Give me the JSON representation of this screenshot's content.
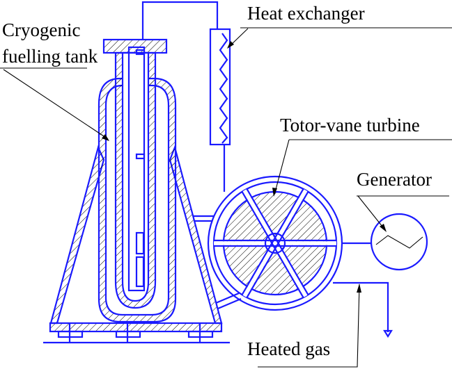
{
  "labels": {
    "tank": [
      "Cryogenic",
      "fuelling tank"
    ],
    "heat_exchanger": "Heat exchanger",
    "turbine": "Totor-vane turbine",
    "generator": "Generator",
    "heated_gas": "Heated gas"
  },
  "colors": {
    "line": "#1a1aff",
    "text": "#000000"
  }
}
